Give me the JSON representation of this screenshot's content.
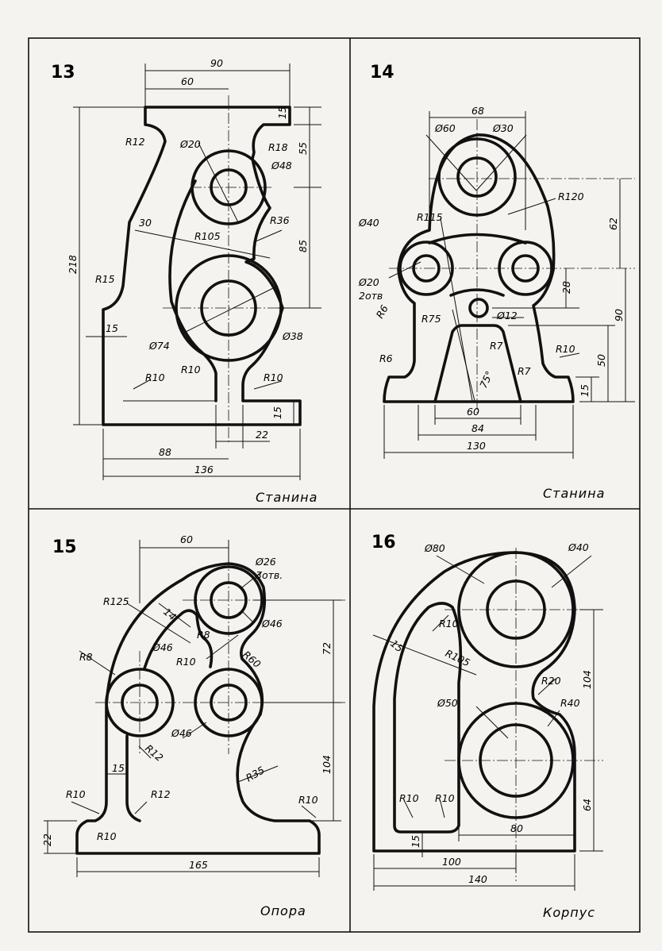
{
  "colors": {
    "paper": "#f4f3ef",
    "ink": "#111111"
  },
  "panels": [
    {
      "number": "13",
      "caption": "Станина",
      "dims": [
        "90",
        "60",
        "15",
        "55",
        "R12",
        "Ø20",
        "R18",
        "Ø48",
        "R36",
        "85",
        "30",
        "R105",
        "218",
        "R15",
        "15",
        "Ø74",
        "Ø38",
        "R10",
        "R10",
        "R10",
        "15",
        "22",
        "88",
        "136"
      ]
    },
    {
      "number": "14",
      "caption": "Станина",
      "dims": [
        "68",
        "Ø60",
        "Ø30",
        "R120",
        "62",
        "R115",
        "Ø40",
        "28",
        "Ø20",
        "2отв",
        "R6",
        "R75",
        "Ø12",
        "R7",
        "R10",
        "90",
        "50",
        "R6",
        "75°",
        "R7",
        "15",
        "60",
        "84",
        "130"
      ]
    },
    {
      "number": "15",
      "caption": "Опора",
      "dims": [
        "60",
        "Ø26",
        "3отв.",
        "R125",
        "14",
        "R8",
        "Ø46",
        "R8",
        "R10",
        "R60",
        "72",
        "Ø46",
        "Ø46",
        "R12",
        "15",
        "R35",
        "104",
        "R10",
        "R12",
        "R10",
        "22",
        "R10",
        "165"
      ]
    },
    {
      "number": "16",
      "caption": "Корпус",
      "dims": [
        "Ø80",
        "Ø40",
        "R10",
        "15",
        "R105",
        "R20",
        "104",
        "Ø50",
        "R40",
        "R10",
        "R10",
        "80",
        "64",
        "15",
        "100",
        "140"
      ]
    }
  ]
}
